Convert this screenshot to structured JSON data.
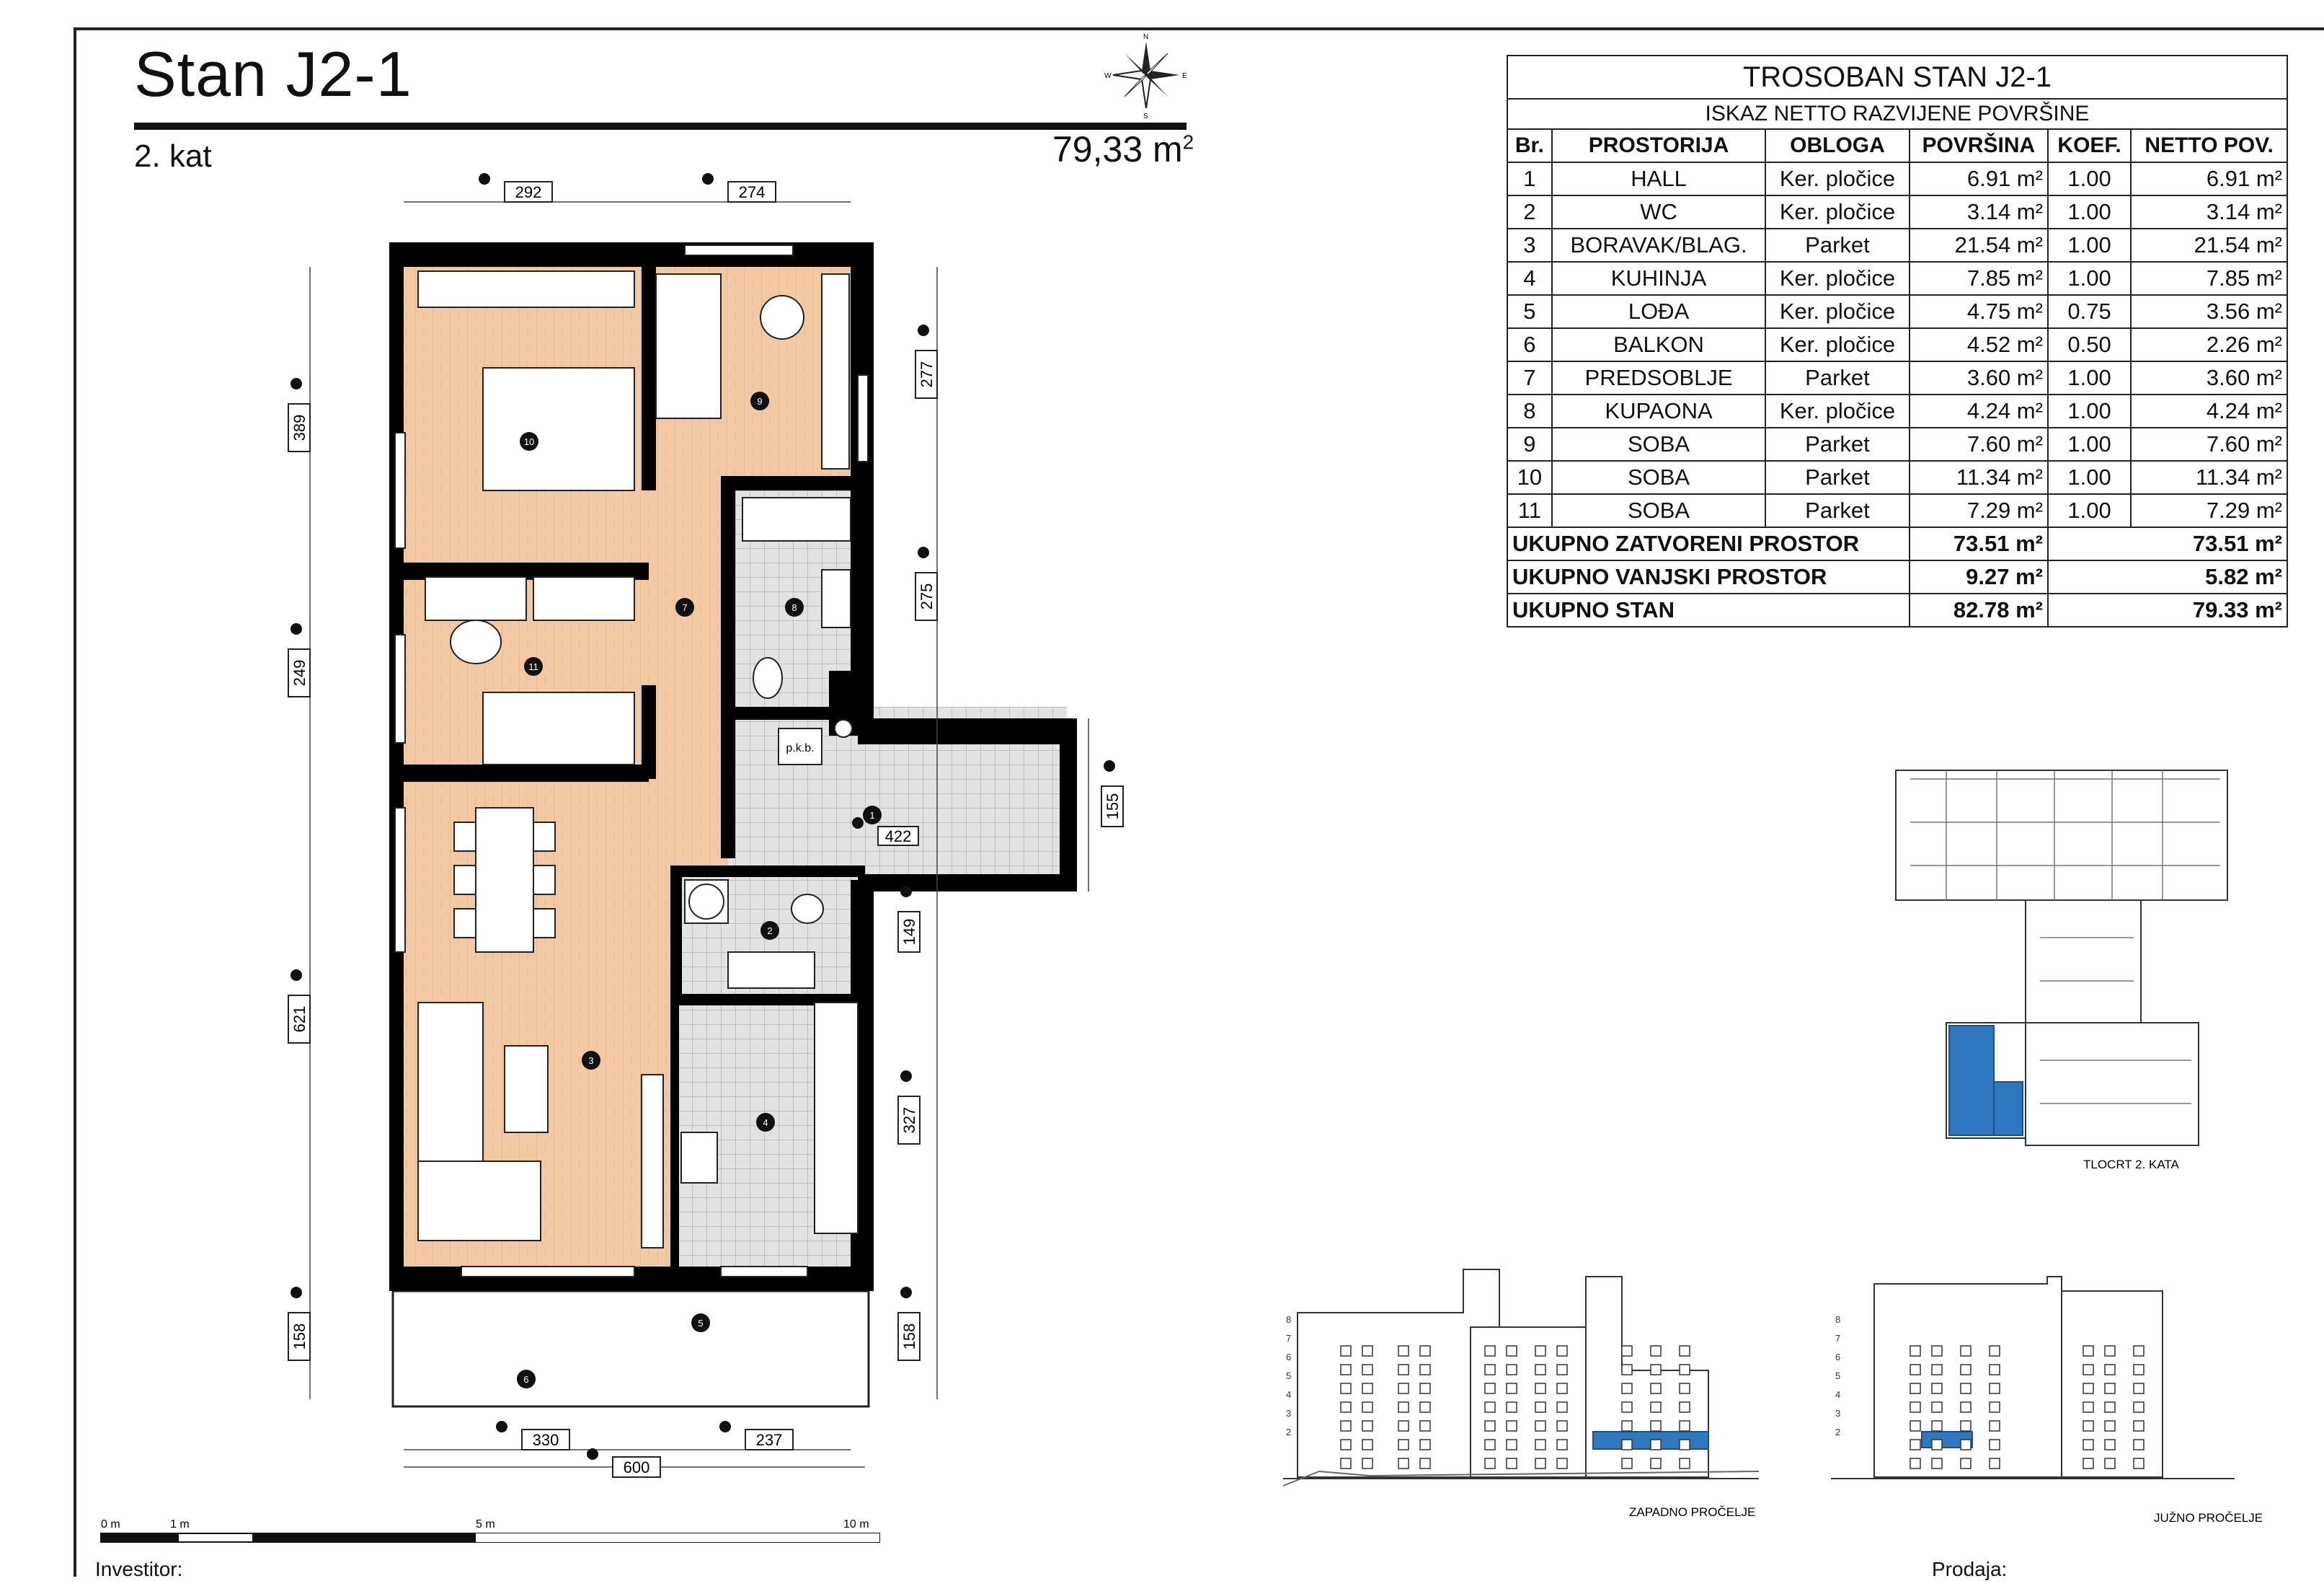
{
  "header": {
    "title": "Stan J2-1",
    "floor": "2. kat",
    "area_value": "79,33 m",
    "area_unit_sup": "2"
  },
  "compass": {
    "north": "N",
    "south": "S",
    "east": "E",
    "west": "W"
  },
  "table": {
    "title": "TROSOBAN STAN J2-1",
    "subtitle": "ISKAZ NETTO RAZVIJENE POVRŠINE",
    "columns": [
      "Br.",
      "PROSTORIJA",
      "OBLOGA",
      "POVRŠINA",
      "KOEF.",
      "NETTO POV."
    ],
    "rows": [
      {
        "no": "1",
        "room": "HALL",
        "floor": "Ker. pločice",
        "area": "6.91 m²",
        "coef": "1.00",
        "net": "6.91 m²"
      },
      {
        "no": "2",
        "room": "WC",
        "floor": "Ker. pločice",
        "area": "3.14 m²",
        "coef": "1.00",
        "net": "3.14 m²"
      },
      {
        "no": "3",
        "room": "BORAVAK/BLAG.",
        "floor": "Parket",
        "area": "21.54 m²",
        "coef": "1.00",
        "net": "21.54 m²"
      },
      {
        "no": "4",
        "room": "KUHINJA",
        "floor": "Ker. pločice",
        "area": "7.85 m²",
        "coef": "1.00",
        "net": "7.85 m²"
      },
      {
        "no": "5",
        "room": "LOĐA",
        "floor": "Ker. pločice",
        "area": "4.75 m²",
        "coef": "0.75",
        "net": "3.56 m²"
      },
      {
        "no": "6",
        "room": "BALKON",
        "floor": "Ker. pločice",
        "area": "4.52 m²",
        "coef": "0.50",
        "net": "2.26 m²"
      },
      {
        "no": "7",
        "room": "PREDSOBLJE",
        "floor": "Parket",
        "area": "3.60 m²",
        "coef": "1.00",
        "net": "3.60 m²"
      },
      {
        "no": "8",
        "room": "KUPAONA",
        "floor": "Ker. pločice",
        "area": "4.24 m²",
        "coef": "1.00",
        "net": "4.24 m²"
      },
      {
        "no": "9",
        "room": "SOBA",
        "floor": "Parket",
        "area": "7.60 m²",
        "coef": "1.00",
        "net": "7.60 m²"
      },
      {
        "no": "10",
        "room": "SOBA",
        "floor": "Parket",
        "area": "11.34 m²",
        "coef": "1.00",
        "net": "11.34 m²"
      },
      {
        "no": "11",
        "room": "SOBA",
        "floor": "Parket",
        "area": "7.29 m²",
        "coef": "1.00",
        "net": "7.29 m²"
      }
    ],
    "totals": [
      {
        "label": "UKUPNO ZATVORENI PROSTOR",
        "area": "73.51 m²",
        "net": "73.51 m²"
      },
      {
        "label": "UKUPNO VANJSKI PROSTOR",
        "area": "9.27 m²",
        "net": "5.82 m²"
      },
      {
        "label": "UKUPNO STAN",
        "area": "82.78 m²",
        "net": "79.33 m²"
      }
    ]
  },
  "plan": {
    "dims_top": [
      "292",
      "274"
    ],
    "dims_bottom": [
      "330",
      "237",
      "600"
    ],
    "dims_left": [
      "389",
      "249",
      "621",
      "158"
    ],
    "dims_right": [
      "277",
      "275",
      "149",
      "327",
      "158"
    ],
    "dim_corridor_v": "155",
    "dim_corridor_h": "422",
    "pkb": "p.k.b.",
    "room_numbers": [
      "1",
      "2",
      "3",
      "4",
      "5",
      "6",
      "7",
      "8",
      "9",
      "10",
      "11"
    ]
  },
  "scale": {
    "labels": [
      "0 m",
      "1 m",
      "5 m",
      "10 m"
    ]
  },
  "keyplan": {
    "caption": "TLOCRT 2. KATA"
  },
  "elevations": {
    "west_caption": "ZAPADNO PROČELJE",
    "south_caption": "JUŽNO PROČELJE",
    "floor_marks": [
      "8",
      "7",
      "6",
      "5",
      "4",
      "3",
      "2"
    ]
  },
  "footer": {
    "investor": "Investitor:",
    "sales": "Prodaja:"
  },
  "colors": {
    "parquet": "#f2c9a2",
    "tile": "#e2e2e2",
    "wall": "#000000",
    "highlight": "#2f78c0"
  }
}
